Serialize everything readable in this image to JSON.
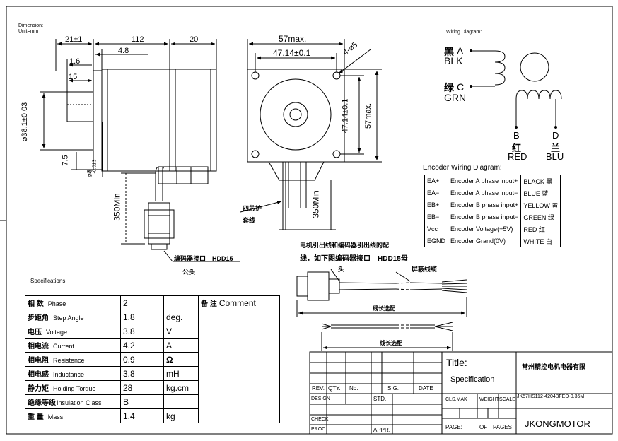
{
  "header": {
    "dimension_label": "Dimension:",
    "unit_label": "Unit=mm"
  },
  "side_view": {
    "dims": {
      "d21": "21±1",
      "d112": "112",
      "d20": "20",
      "d4_8": "4.8",
      "d1_6": "1.6",
      "d15": "15",
      "d38": "⌀38.1±0.03",
      "d7_5": "7.5",
      "d8": "⌀8",
      "d8_tol": "-0.013",
      "d8_tol0": "0",
      "d350": "350Min"
    },
    "callout_hdd": "编码器接口—HDD15",
    "callout_hdd_sub": "公头"
  },
  "front_view": {
    "dims": {
      "d57": "57max.",
      "d47": "47.14±0.1",
      "d47v": "47.14±0.1",
      "d57v": "57max.",
      "holes": "4-⌀5",
      "d350": "350Min"
    },
    "callout_wires_1": "四芯护",
    "callout_wires_2": "套线"
  },
  "wiring": {
    "title": "Wiring Diagram:",
    "a_cn": "黑",
    "a_label": "A",
    "a_en": "BLK",
    "c_cn": "绿",
    "c_label": "C",
    "c_en": "GRN",
    "b_label": "B",
    "b_cn": "红",
    "b_en": "RED",
    "d_label": "D",
    "d_cn": "兰",
    "d_en": "BLU"
  },
  "encoder": {
    "title": "Encoder Wiring Diagram:",
    "rows": [
      [
        "EA+",
        "Encoder A phase input+",
        "BLACK 黑"
      ],
      [
        "EA−",
        "Encoder A phase input−",
        "BLUE 蓝"
      ],
      [
        "EB+",
        "Encoder B phase input+",
        "YELLOW 黄"
      ],
      [
        "EB−",
        "Encoder B phase input−",
        "GREEN 绿"
      ],
      [
        "Vcc",
        "Encoder Voltage(+5V)",
        "RED 红"
      ],
      [
        "EGND",
        "Encoder Grand(0V)",
        "WHITE 白"
      ]
    ]
  },
  "cable": {
    "note_1": "电机引出线和编码器引出线的配",
    "note_2": "线，如下图编码器接口—HDD15母",
    "head_label": "头",
    "shield_label": "屏蔽线缆",
    "length_label_1": "线长选配",
    "length_label_2": "线长选配"
  },
  "specs": {
    "title": "Specifications:",
    "remark_cn": "备 注",
    "remark_en": "Comment",
    "rows": [
      {
        "cn": "相  数",
        "en": "Phase",
        "value": "2",
        "unit": ""
      },
      {
        "cn": "步距角",
        "en": "Step Angle",
        "value": "1.8",
        "unit": "deg."
      },
      {
        "cn": "电压",
        "en": "Voltage",
        "value": "3.8",
        "unit": "V"
      },
      {
        "cn": "相电流",
        "en": "Current",
        "value": "4.2",
        "unit": "A"
      },
      {
        "cn": "相电阻",
        "en": "Resistence",
        "value": "0.9",
        "unit": "Ω"
      },
      {
        "cn": "相电感",
        "en": "Inductance",
        "value": "3.8",
        "unit": "mH"
      },
      {
        "cn": "静力矩",
        "en": "Holding Torque",
        "value": "28",
        "unit": "kg.cm"
      },
      {
        "cn": "绝缘等级",
        "en": "Insulation Class",
        "value": "B",
        "unit": ""
      },
      {
        "cn": "重  量",
        "en": "Mass",
        "value": "1.4",
        "unit": "kg"
      }
    ]
  },
  "title_block": {
    "rev": "REV.",
    "qty": "QTY.",
    "no": "No.",
    "sig": "SIG.",
    "date": "DATE",
    "design": "DESIGN",
    "std": "STD.",
    "check": "CHECK",
    "proc": "PROC.",
    "appr": "APPR.",
    "title_label": "Title:",
    "title_value": "Specification",
    "company": "常州精控电机电器有限",
    "cls_mak": "CLS.MAK",
    "weight": "WEIGHT",
    "scale": "SCALE",
    "part_no": "JK57HS112-4204BFED-0.35M",
    "page": "PAGE:",
    "of": "OF",
    "pages": "PAGES",
    "brand": "JKONGMOTOR"
  }
}
